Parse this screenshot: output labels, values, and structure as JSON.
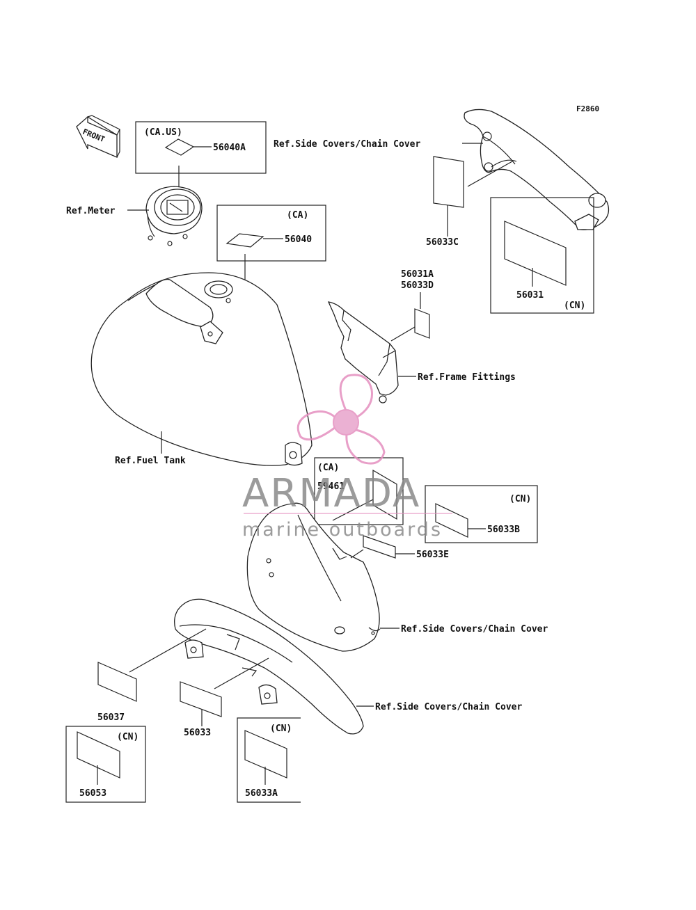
{
  "figure_code": "F2860",
  "front_arrow_label": "FRONT",
  "refs": {
    "side_covers_top": "Ref.Side Covers/Chain Cover",
    "meter": "Ref.Meter",
    "frame_fittings": "Ref.Frame Fittings",
    "fuel_tank": "Ref.Fuel Tank",
    "side_covers_mid": "Ref.Side Covers/Chain Cover",
    "side_covers_bottom": "Ref.Side Covers/Chain Cover"
  },
  "regions": {
    "ca_us": "(CA.US)",
    "ca_1": "(CA)",
    "ca_2": "(CA)",
    "cn_1": "(CN)",
    "cn_2": "(CN)",
    "cn_3": "(CN)",
    "cn_4": "(CN)"
  },
  "parts": {
    "p56040A": "56040A",
    "p56040": "56040",
    "p56033C": "56033C",
    "p56031": "56031",
    "p56031A": "56031A",
    "p56033D": "56033D",
    "p59461": "59461",
    "p56033B": "56033B",
    "p56033E": "56033E",
    "p56037": "56037",
    "p56033": "56033",
    "p56053": "56053",
    "p56033A": "56033A"
  },
  "watermark": {
    "brand": "ARMADA",
    "tagline": "marine outboards",
    "color": "#e58fbf"
  }
}
